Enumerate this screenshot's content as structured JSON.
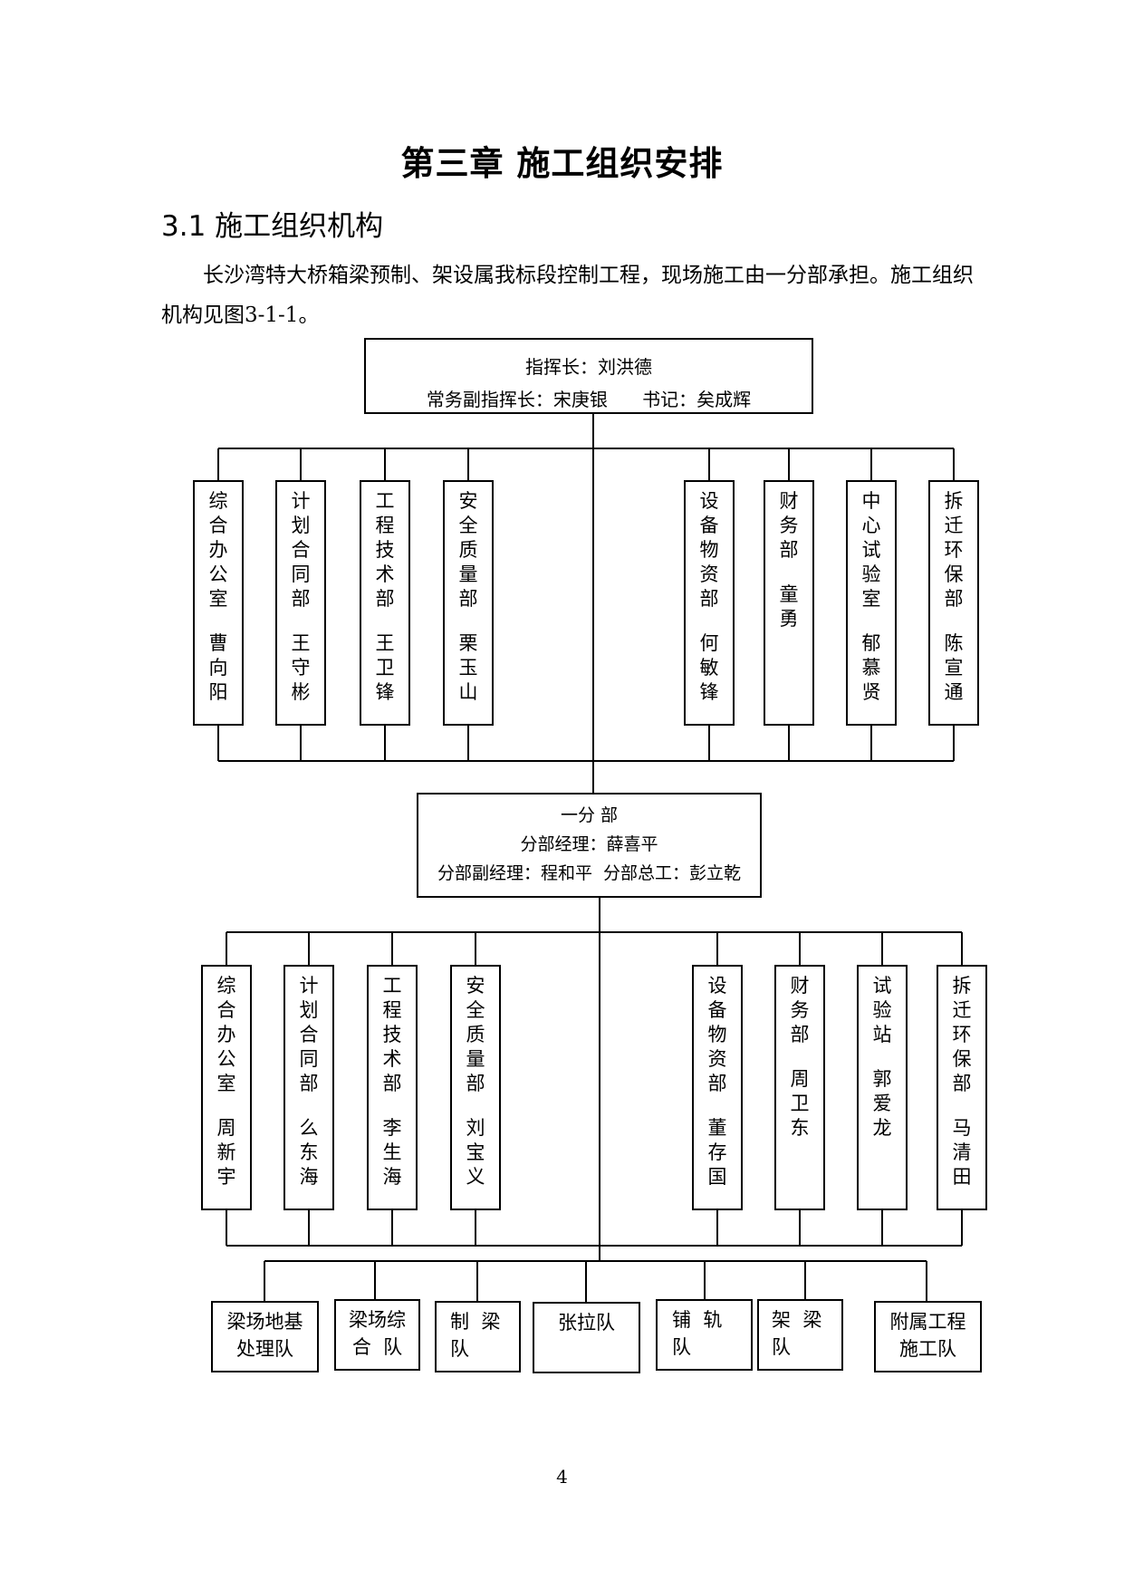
{
  "chapter_title": "第三章  施工组织安排",
  "section_title": "3.1 施工组织机构",
  "paragraph": "长沙湾特大桥箱梁预制、架设属我标段控制工程，现场施工由一分部承担。施工组织机构见图3-1-1。",
  "hq": {
    "line1": "指挥长：刘洪德",
    "line2": "常务副指挥长：宋庚银      书记：矣成辉"
  },
  "hq_departments": [
    {
      "name": "综合办公室",
      "person": "曹向阳"
    },
    {
      "name": "计划合同部",
      "person": "王守彬"
    },
    {
      "name": "工程技术部",
      "person": "王卫锋"
    },
    {
      "name": "安全质量部",
      "person": "栗玉山"
    },
    {
      "name": "设备物资部",
      "person": "何敏锋"
    },
    {
      "name": "财 务 部",
      "person": "童 勇"
    },
    {
      "name": "中心试验室",
      "person": "郁慕贤"
    },
    {
      "name": "拆迁环保部",
      "person": "陈宣通"
    }
  ],
  "subdivision": {
    "line1": "一分 部",
    "line2": "分部经理：薛喜平",
    "line3": "分部副经理：程和平  分部总工：彭立乾"
  },
  "sub_departments": [
    {
      "name": "综合办公室",
      "person": "周新宇"
    },
    {
      "name": "计划合同部",
      "person": "么东海"
    },
    {
      "name": "工程技术部",
      "person": "李生海"
    },
    {
      "name": "安全质量部",
      "person": "刘宝义"
    },
    {
      "name": "设备物资部",
      "person": "董存国"
    },
    {
      "name": "财 务 部",
      "person": "周卫东"
    },
    {
      "name": "试 验 站",
      "person": "郭爱龙"
    },
    {
      "name": "拆迁环保部",
      "person": "马清田"
    }
  ],
  "teams": [
    {
      "line1": "梁场地基",
      "line2": "处理队"
    },
    {
      "line1": "梁场综",
      "line2": "合  队"
    },
    {
      "line1": "制  梁",
      "line2": "队"
    },
    {
      "line1": "张拉队",
      "line2": ""
    },
    {
      "line1": "铺  轨",
      "line2": "队"
    },
    {
      "line1": "架  梁",
      "line2": "队"
    },
    {
      "line1": "附属工程",
      "line2": "施工队"
    }
  ],
  "page_number": "4"
}
